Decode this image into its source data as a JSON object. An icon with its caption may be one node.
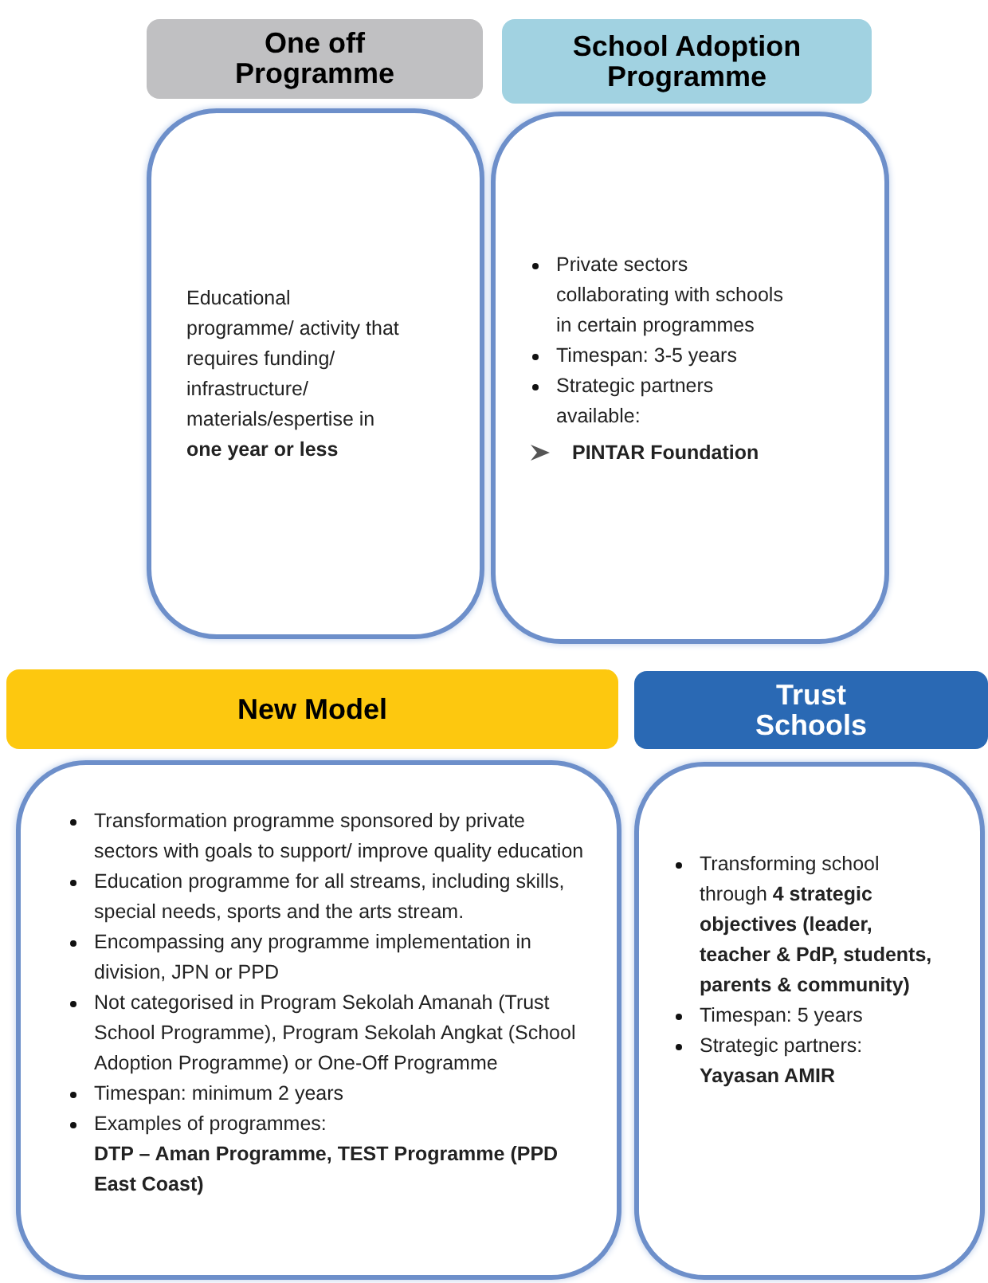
{
  "diagram": {
    "nodes": [
      {
        "text": [
          "One off Programme"
        ]
      },
      {
        "text": [
          "Educational programme/ activity that requires funding/ infrastructure/ materials/espertise in **one year or less**"
        ]
      },
      {
        "text": [
          "School Adoption Programme"
        ]
      },
      {
        "text": [
          "Private sectors collaborating with schools in certain programmes",
          "Timespan: 3-5 years",
          "Strategic partners available:",
          "PINTAR Foundation"
        ]
      },
      {
        "text": [
          "New Model"
        ]
      },
      {
        "text": [
          "Transformation programme sponsored by private sectors with goals to support/ improve quality education",
          "Education programme for all streams, including skills, special needs, sports and the arts stream.",
          "Encompassing any programme implementation in division, JPN or PPD",
          "Not categorised in Program Sekolah Amanah (Trust School Programme), Program Sekolah Angkat (School Adoption Programme) or One-Off Programme",
          "Timespan: minimum 2 years",
          "Examples of programmes:",
          "DTP – Aman Programme, TEST Programme (PPD East Coast)"
        ]
      },
      {
        "text": [
          "Trust Schools"
        ]
      },
      {
        "text": [
          "Transforming school through **4 strategic objectives (leader, teacher & PdP, students, parents & community)**",
          "Timespan: 5 years",
          "Strategic partners:",
          "Yayasan AMIR"
        ]
      }
    ]
  }
}
